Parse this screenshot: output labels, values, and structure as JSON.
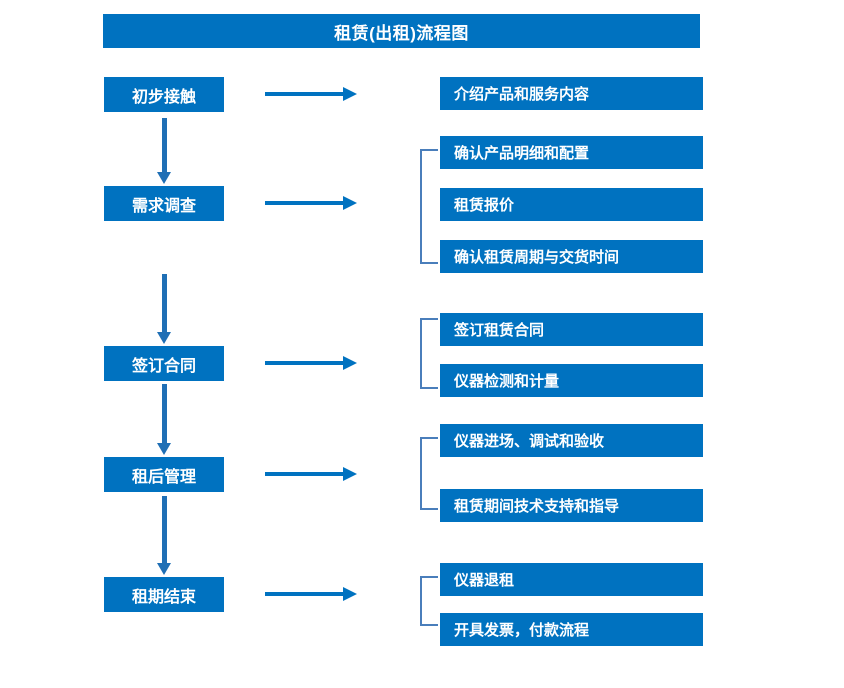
{
  "diagram": {
    "title": "租赁(出租)流程图",
    "colors": {
      "box_fill": "#0072C0",
      "box_text": "#FFFFFF",
      "arrow": "#1F6FB5",
      "bracket": "#4A7EBB",
      "background": "#FFFFFF"
    },
    "stages": [
      {
        "id": "stage-1",
        "label": "初步接触"
      },
      {
        "id": "stage-2",
        "label": "需求调查"
      },
      {
        "id": "stage-3",
        "label": "签订合同"
      },
      {
        "id": "stage-4",
        "label": "租后管理"
      },
      {
        "id": "stage-5",
        "label": "租期结束"
      }
    ],
    "details": [
      {
        "id": "detail-1-1",
        "label": "介绍产品和服务内容"
      },
      {
        "id": "detail-2-1",
        "label": "确认产品明细和配置"
      },
      {
        "id": "detail-2-2",
        "label": "租赁报价"
      },
      {
        "id": "detail-2-3",
        "label": "确认租赁周期与交货时间"
      },
      {
        "id": "detail-3-1",
        "label": "签订租赁合同"
      },
      {
        "id": "detail-3-2",
        "label": "仪器检测和计量"
      },
      {
        "id": "detail-4-1",
        "label": "仪器进场、调试和验收"
      },
      {
        "id": "detail-4-2",
        "label": "租赁期间技术支持和指导"
      },
      {
        "id": "detail-5-1",
        "label": "仪器退租"
      },
      {
        "id": "detail-5-2",
        "label": "开具发票，付款流程"
      }
    ],
    "connectors": {
      "horizontal_arrow_count": 5,
      "vertical_arrow_count": 4,
      "bracket_count": 4
    }
  }
}
